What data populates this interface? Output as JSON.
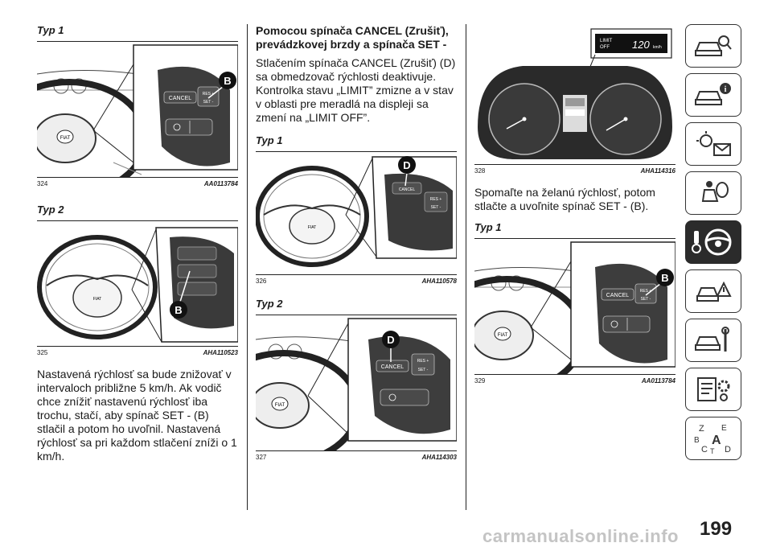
{
  "col1": {
    "typ1": "Typ 1",
    "fig324": {
      "num": "324",
      "code": "AA0113784"
    },
    "typ2": "Typ 2",
    "fig325": {
      "num": "325",
      "code": "AHA110523"
    },
    "para": "Nastavená rýchlosť sa bude znižovať v intervaloch približne 5 km/h. Ak vodič chce znížiť nastavenú rýchlosť iba trochu, stačí, aby spínač SET - (B) stlačil a potom ho uvoľnil. Nastavená rýchlosť sa pri každom stlačení zníži o 1 km/h."
  },
  "col2": {
    "heading": "Pomocou spínača CANCEL (Zrušiť), prevádzkovej brzdy a spínača SET -",
    "para": "Stlačením spínača CANCEL (Zrušiť) (D) sa obmedzovač rýchlosti deaktivuje. Kontrolka stavu „LIMIT” zmizne a v stav v oblasti pre meradlá na displeji sa zmení na „LIMIT OFF”.",
    "typ1": "Typ 1",
    "fig326": {
      "num": "326",
      "code": "AHA110578"
    },
    "typ2": "Typ 2",
    "fig327": {
      "num": "327",
      "code": "AHA114303"
    }
  },
  "col3": {
    "fig328": {
      "num": "328",
      "code": "AHA114316"
    },
    "para": "Spomaľte na želanú rýchlosť, potom stlačte a uvoľnite spínač SET - (B).",
    "typ1": "Typ 1",
    "fig329": {
      "num": "329",
      "code": "AA0113784"
    }
  },
  "figure_labels": {
    "cancel": "CANCEL",
    "res": "RES +",
    "set": "SET -",
    "fiat": "FIAT",
    "letter_b": "B",
    "letter_d": "D",
    "limit": "LIMIT",
    "off": "OFF",
    "speed": "120",
    "unit": "km/h"
  },
  "tabs": [
    {
      "icon": "car-search-icon",
      "active": false
    },
    {
      "icon": "car-info-icon",
      "active": false
    },
    {
      "icon": "warning-lights-icon",
      "active": false
    },
    {
      "icon": "airbag-seat-icon",
      "active": false
    },
    {
      "icon": "steering-wheel-key-icon",
      "active": true
    },
    {
      "icon": "accident-warning-icon",
      "active": false
    },
    {
      "icon": "car-service-icon",
      "active": false
    },
    {
      "icon": "technical-data-icon",
      "active": false
    },
    {
      "icon": "alphabetical-index-icon",
      "active": false
    }
  ],
  "tab_alphabet": [
    "Z",
    "E",
    "B",
    "A",
    "C",
    "T",
    "D"
  ],
  "page_number": "199",
  "watermark": "carmanualsonline.info",
  "colors": {
    "text": "#1a1a1a",
    "active_tab": "#2b2b2b",
    "watermark": "#c4c4c4"
  }
}
